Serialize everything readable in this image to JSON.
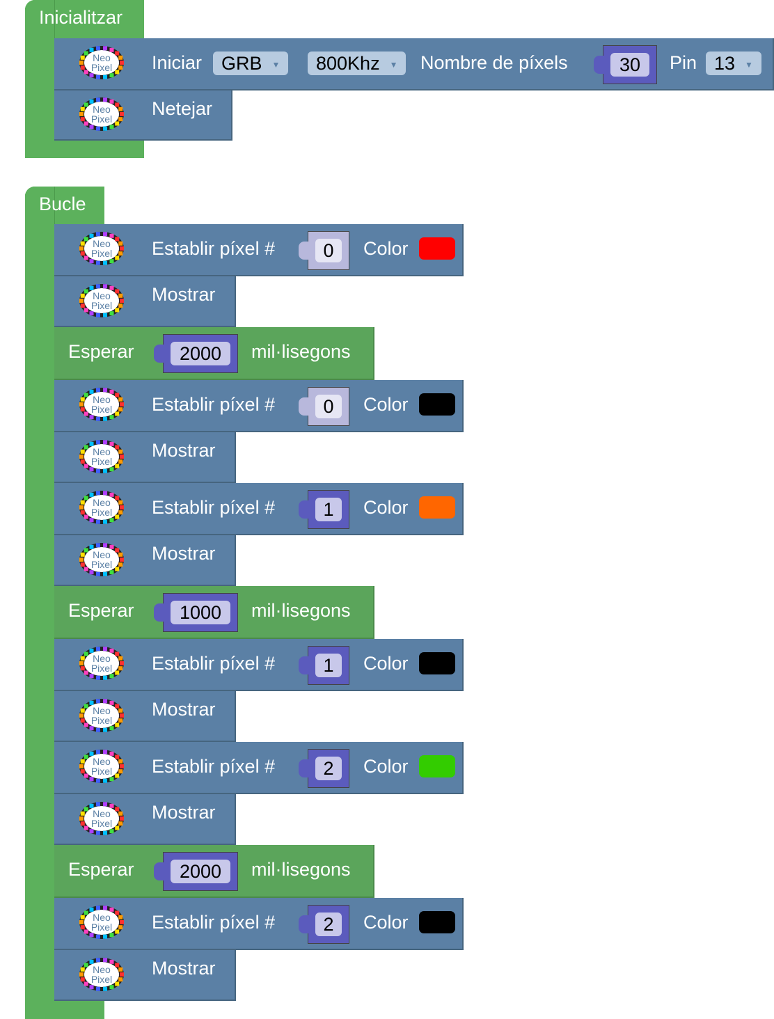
{
  "init": {
    "label": "Inicialitzar",
    "start": {
      "label": "Iniciar",
      "order": "GRB",
      "freq": "800Khz",
      "count_label": "Nombre de píxels",
      "count": "30",
      "pin_label": "Pin",
      "pin": "13"
    },
    "clear": {
      "label": "Netejar"
    }
  },
  "loop": {
    "label": "Bucle",
    "blocks": [
      {
        "type": "set",
        "label": "Establir píxel #",
        "index": "0",
        "color_label": "Color",
        "color": "#ff0000"
      },
      {
        "type": "show",
        "label": "Mostrar"
      },
      {
        "type": "wait",
        "label": "Esperar",
        "ms": "2000",
        "unit": "mil·lisegons"
      },
      {
        "type": "set",
        "label": "Establir píxel #",
        "index": "0",
        "color_label": "Color",
        "color": "#000000"
      },
      {
        "type": "show",
        "label": "Mostrar"
      },
      {
        "type": "set",
        "label": "Establir píxel #",
        "index": "1",
        "color_label": "Color",
        "color": "#ff6600"
      },
      {
        "type": "show",
        "label": "Mostrar"
      },
      {
        "type": "wait",
        "label": "Esperar",
        "ms": "1000",
        "unit": "mil·lisegons"
      },
      {
        "type": "set",
        "label": "Establir píxel #",
        "index": "1",
        "color_label": "Color",
        "color": "#000000"
      },
      {
        "type": "show",
        "label": "Mostrar"
      },
      {
        "type": "set",
        "label": "Establir píxel #",
        "index": "2",
        "color_label": "Color",
        "color": "#33cc00"
      },
      {
        "type": "show",
        "label": "Mostrar"
      },
      {
        "type": "wait",
        "label": "Esperar",
        "ms": "2000",
        "unit": "mil·lisegons"
      },
      {
        "type": "set",
        "label": "Establir píxel #",
        "index": "2",
        "color_label": "Color",
        "color": "#000000"
      },
      {
        "type": "show",
        "label": "Mostrar"
      }
    ]
  },
  "icon_text": {
    "line1": "Neo",
    "line2": "Pixel"
  }
}
